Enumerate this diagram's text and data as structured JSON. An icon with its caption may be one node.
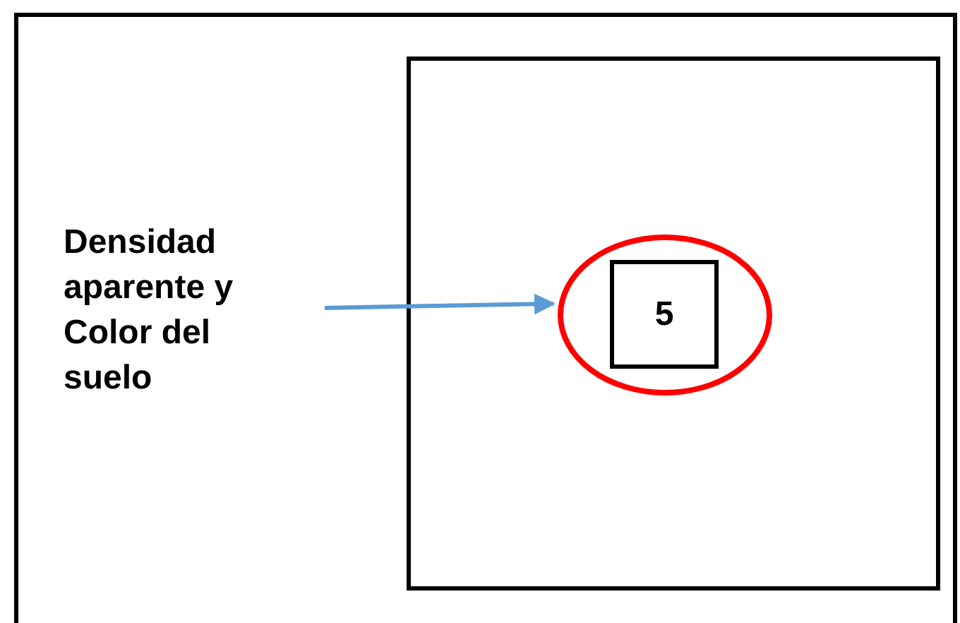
{
  "diagram": {
    "nodes": [
      {
        "text": [],
        "shape": "box"
      },
      {
        "text": [],
        "shape": "ellipse",
        "in": 0
      },
      {
        "text": [
          "5"
        ],
        "in": 1
      },
      {
        "text": [
          "Densidad aparente y Color del suelo"
        ]
      }
    ],
    "edges": [
      {
        "from": 3,
        "to": 1,
        "arrow": "to",
        "color": "#5b9bd5"
      }
    ]
  }
}
